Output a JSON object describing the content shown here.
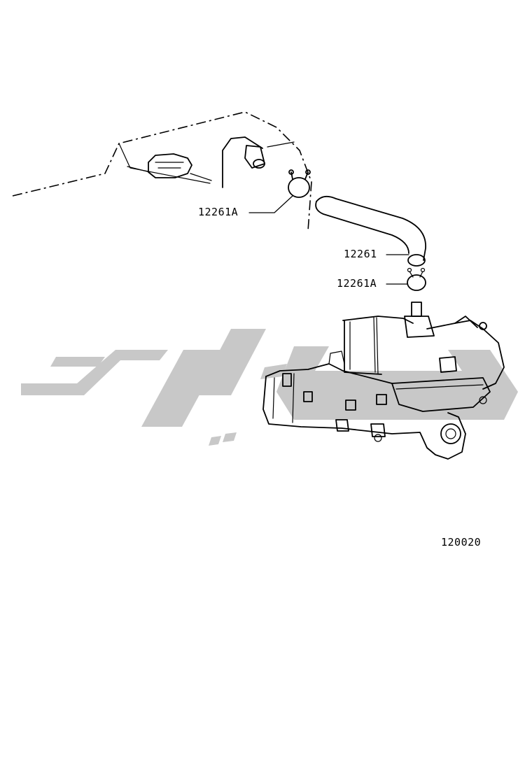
{
  "callouts": [
    {
      "id": "clip-upper",
      "text": "12261A"
    },
    {
      "id": "hose",
      "text": "12261"
    },
    {
      "id": "clip-lower",
      "text": "12261A"
    }
  ],
  "figure_number": "120020",
  "watermark_color": "#c8c8c8"
}
